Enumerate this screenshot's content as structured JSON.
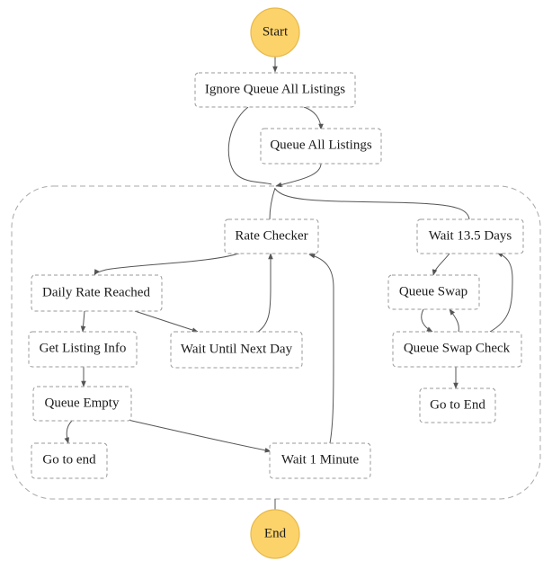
{
  "diagram": {
    "nodes": {
      "start": "Start",
      "ignore_queue_all_listings": "Ignore Queue All Listings",
      "queue_all_listings": "Queue All Listings",
      "rate_checker": "Rate Checker",
      "wait_13_5_days": "Wait 13.5 Days",
      "daily_rate_reached": "Daily Rate Reached",
      "queue_swap": "Queue Swap",
      "get_listing_info": "Get Listing Info",
      "wait_until_next_day": "Wait Until Next Day",
      "queue_swap_check": "Queue Swap Check",
      "queue_empty": "Queue Empty",
      "go_to_end_right": "Go to End",
      "go_to_end_left": "Go to end",
      "wait_1_minute": "Wait 1 Minute",
      "end": "End"
    },
    "colors": {
      "terminal_fill": "#fcd36b",
      "terminal_stroke": "#e6b94a",
      "box_stroke": "#9a9a9a",
      "edge": "#555555"
    }
  }
}
